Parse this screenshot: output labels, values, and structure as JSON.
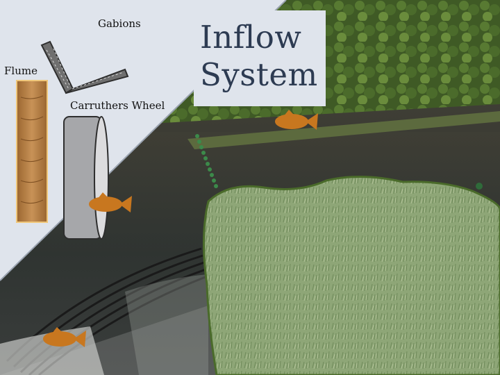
{
  "title": {
    "line1": "Inflow",
    "line2": "System"
  },
  "labels": {
    "gabions": "Gabions",
    "flume": "Flume",
    "wheel": "Carruthers Wheel"
  },
  "colors": {
    "panel": "#dfe4ec",
    "title_text": "#2d3b52",
    "fish": "#c8771f",
    "wetland": "#8ea677",
    "wetland_border": "#4a6b2a",
    "wheel": "#a6a7aa",
    "flume": "#b07a3e",
    "river": "#3a3a36",
    "trees": "#3f5a25"
  },
  "icons": [
    "fish-icon",
    "carruthers-wheel-icon",
    "flume-icon",
    "gabions-icon"
  ]
}
